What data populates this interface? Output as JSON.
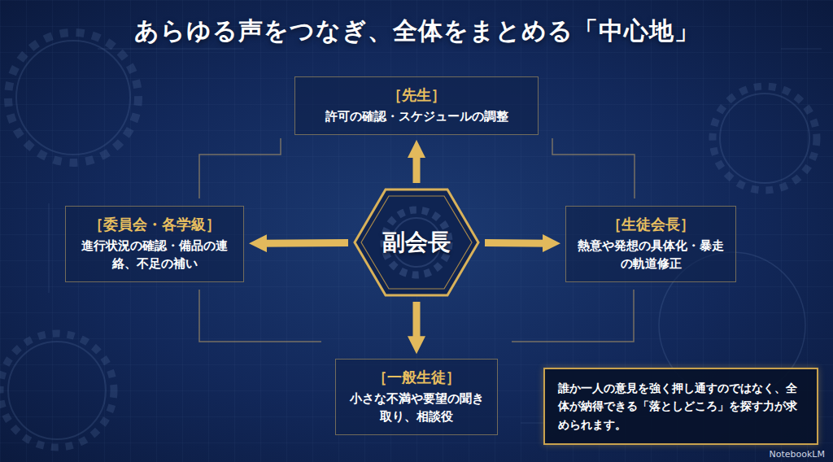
{
  "diagram": {
    "title": "あらゆる声をつなぎ、全体をまとめる「中心地」",
    "nodes": [
      {
        "text": [
          "［先生］",
          "許可の確認・スケジュールの調整"
        ]
      },
      {
        "text": [
          "［委員会・各学級］",
          "進行状況の確認・備品の連絡、不足の補い"
        ]
      },
      {
        "text": [
          "副会長"
        ]
      },
      {
        "text": [
          "［生徒会長］",
          "熱意や発想の具体化・暴走の軌道修正"
        ]
      },
      {
        "text": [
          "［一般生徒］",
          "小さな不満や要望の聞き取り、相談役"
        ]
      },
      {
        "text": [
          "誰か一人の意見を強く押し通すのではなく、全体が納得できる「落としどころ」を探す力が求められます。"
        ]
      }
    ],
    "edges": [
      {
        "from": 2,
        "to": 0,
        "arrow": "to"
      },
      {
        "from": 2,
        "to": 1,
        "arrow": "to"
      },
      {
        "from": 2,
        "to": 3,
        "arrow": "to"
      },
      {
        "from": 2,
        "to": 4,
        "arrow": "to"
      }
    ],
    "labels": [
      "NotebookLM"
    ]
  }
}
